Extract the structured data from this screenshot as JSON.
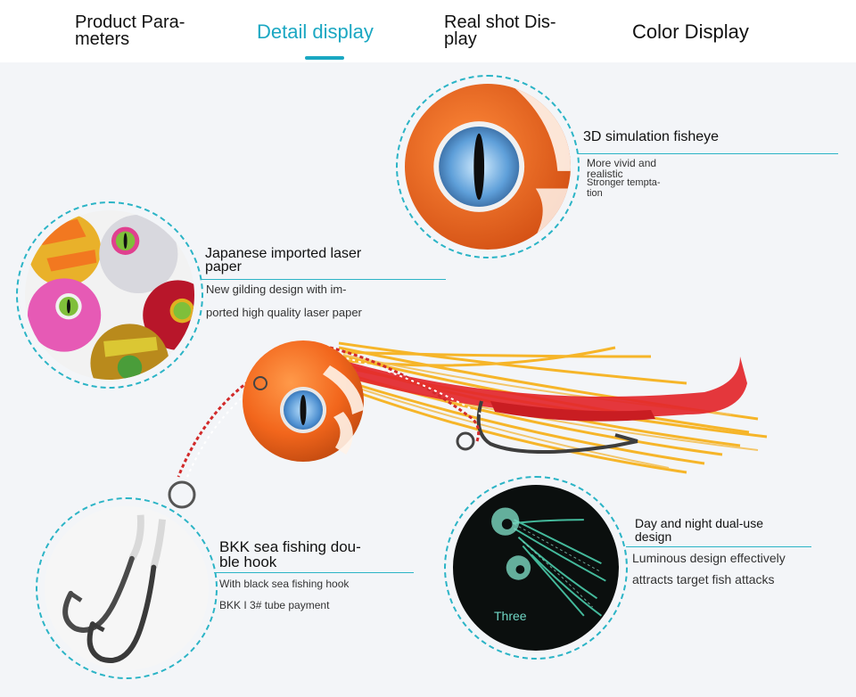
{
  "tabs": [
    {
      "label": "Product Para-\nmeters",
      "active": false
    },
    {
      "label": "Detail display",
      "active": true
    },
    {
      "label": "Real shot Dis-\nplay",
      "active": false
    },
    {
      "label": "Color Display",
      "active": false
    }
  ],
  "colors": {
    "accent": "#1aa7c2",
    "dashed_ring": "#2bb4c6",
    "lure_orange": "#f2661c",
    "skirt_yellow": "#f7b21e",
    "skirt_red": "#e3262b"
  },
  "callouts": {
    "fisheye": {
      "title": "3D simulation fisheye",
      "desc_1": "More vivid and\nrealistic",
      "desc_2": "Stronger tempta-\ntion"
    },
    "laser": {
      "title": "Japanese imported laser\npaper",
      "desc_1": "New gilding design with im-",
      "desc_2": "ported high quality laser paper"
    },
    "hook": {
      "title": "BKK sea fishing dou-\nble hook",
      "desc_1": "With black sea fishing hook",
      "desc_2": "BKK I 3# tube payment"
    },
    "luminous": {
      "title": "Day and night dual-use\ndesign",
      "desc_1": "Luminous design effectively",
      "desc_2": "attracts target fish attacks",
      "glow_text": "Three"
    }
  }
}
